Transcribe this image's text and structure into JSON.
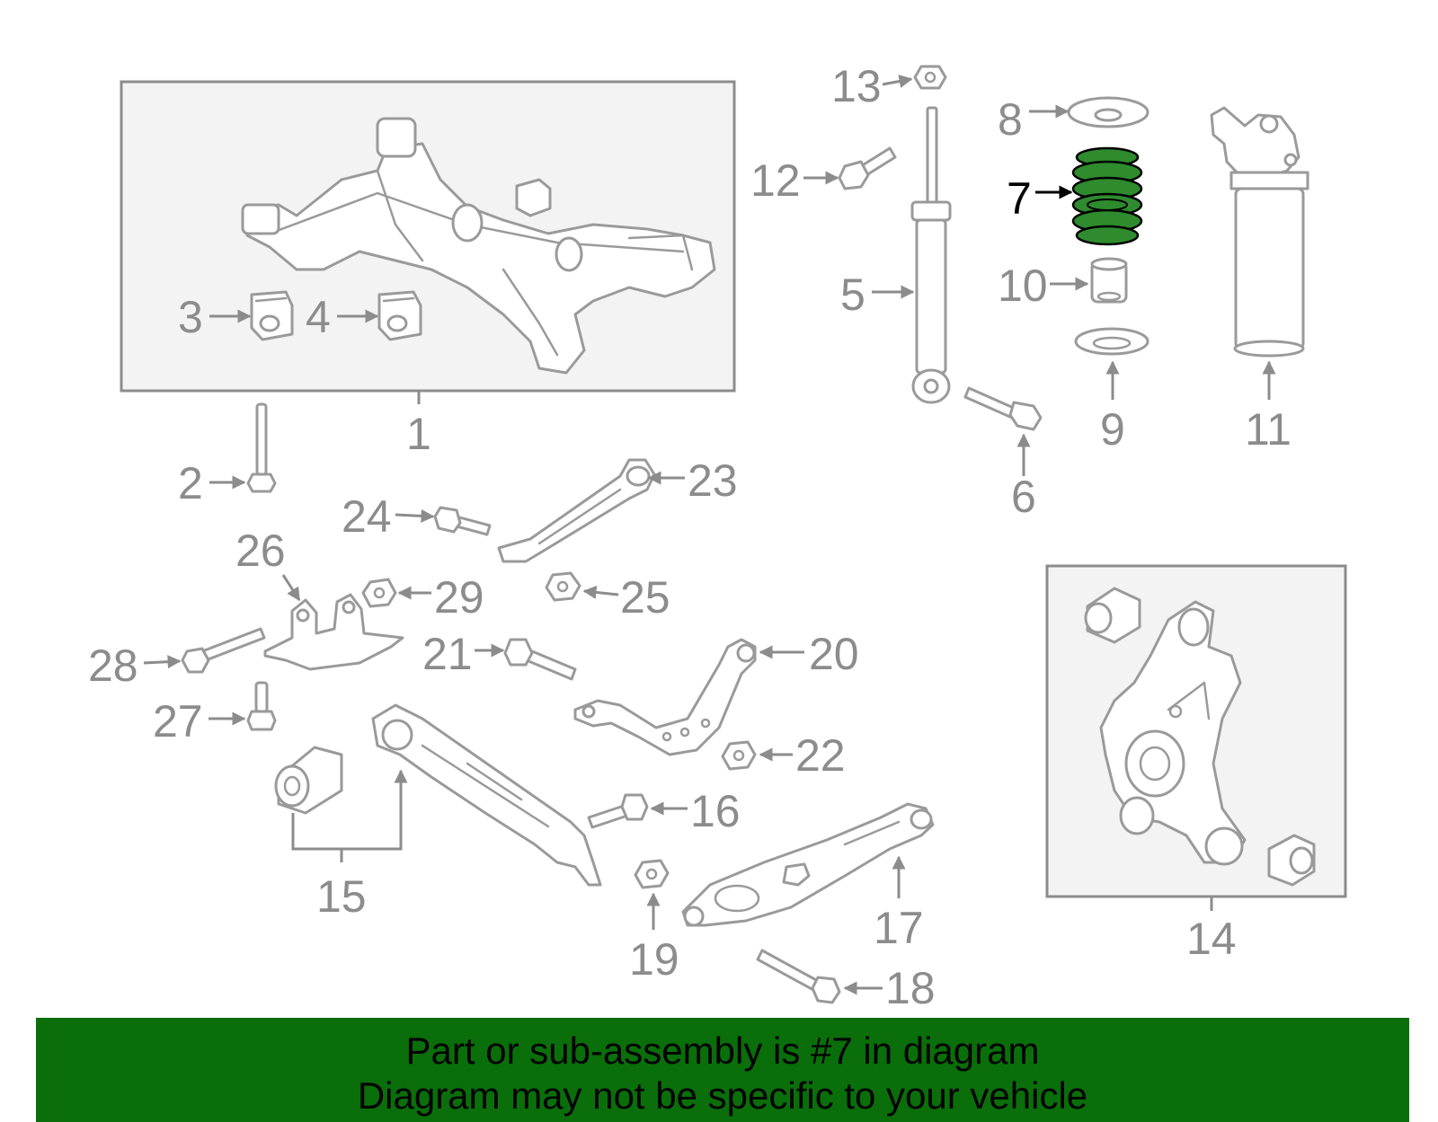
{
  "diagram": {
    "highlighted_part": "7",
    "callouts": [
      "1",
      "2",
      "3",
      "4",
      "5",
      "6",
      "7",
      "8",
      "9",
      "10",
      "11",
      "12",
      "13",
      "14",
      "15",
      "16",
      "17",
      "18",
      "19",
      "20",
      "21",
      "22",
      "23",
      "24",
      "25",
      "26",
      "27",
      "28",
      "29"
    ]
  },
  "banner": {
    "line1": "Part or sub-assembly is #7 in diagram",
    "line2": "Diagram may not be specific to your vehicle"
  },
  "colors": {
    "highlight": "#2e8b2e",
    "banner_bg": "#0a6e0a",
    "line_gray": "#9a9a9a"
  }
}
